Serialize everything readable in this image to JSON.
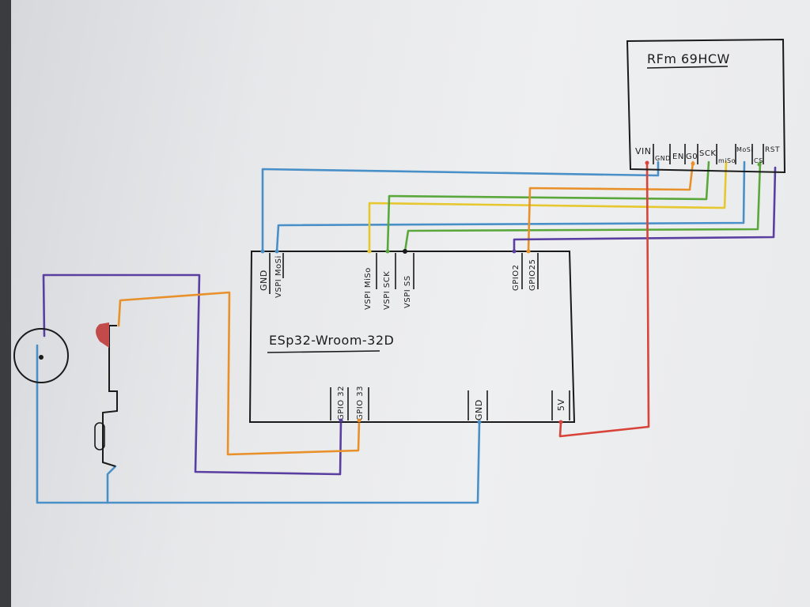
{
  "modules": {
    "rfm": {
      "title": "RFm 69HCW",
      "pins": [
        "VIN",
        "GND",
        "EN",
        "G0",
        "SCK",
        "miSo",
        "MoSi",
        "CS",
        "RST"
      ]
    },
    "esp": {
      "title": "ESp32-Wroom-32D",
      "top_pins": [
        "GND",
        "VSPI MoSi",
        "VSPI MiSo",
        "VSPI SCK",
        "VSPI SS",
        "GPIO2",
        "GPIO25"
      ],
      "bottom_pins": [
        "GPIO 32",
        "GPIO 33",
        "GND",
        "5V"
      ]
    }
  },
  "colors": {
    "blue": "#4a90c8",
    "orange": "#e8902a",
    "yellow": "#e6c72e",
    "green": "#5aa83c",
    "purple": "#5a3fa0",
    "red": "#d8433a",
    "ink": "#1a1a1a",
    "marker": "#c24a4a"
  }
}
